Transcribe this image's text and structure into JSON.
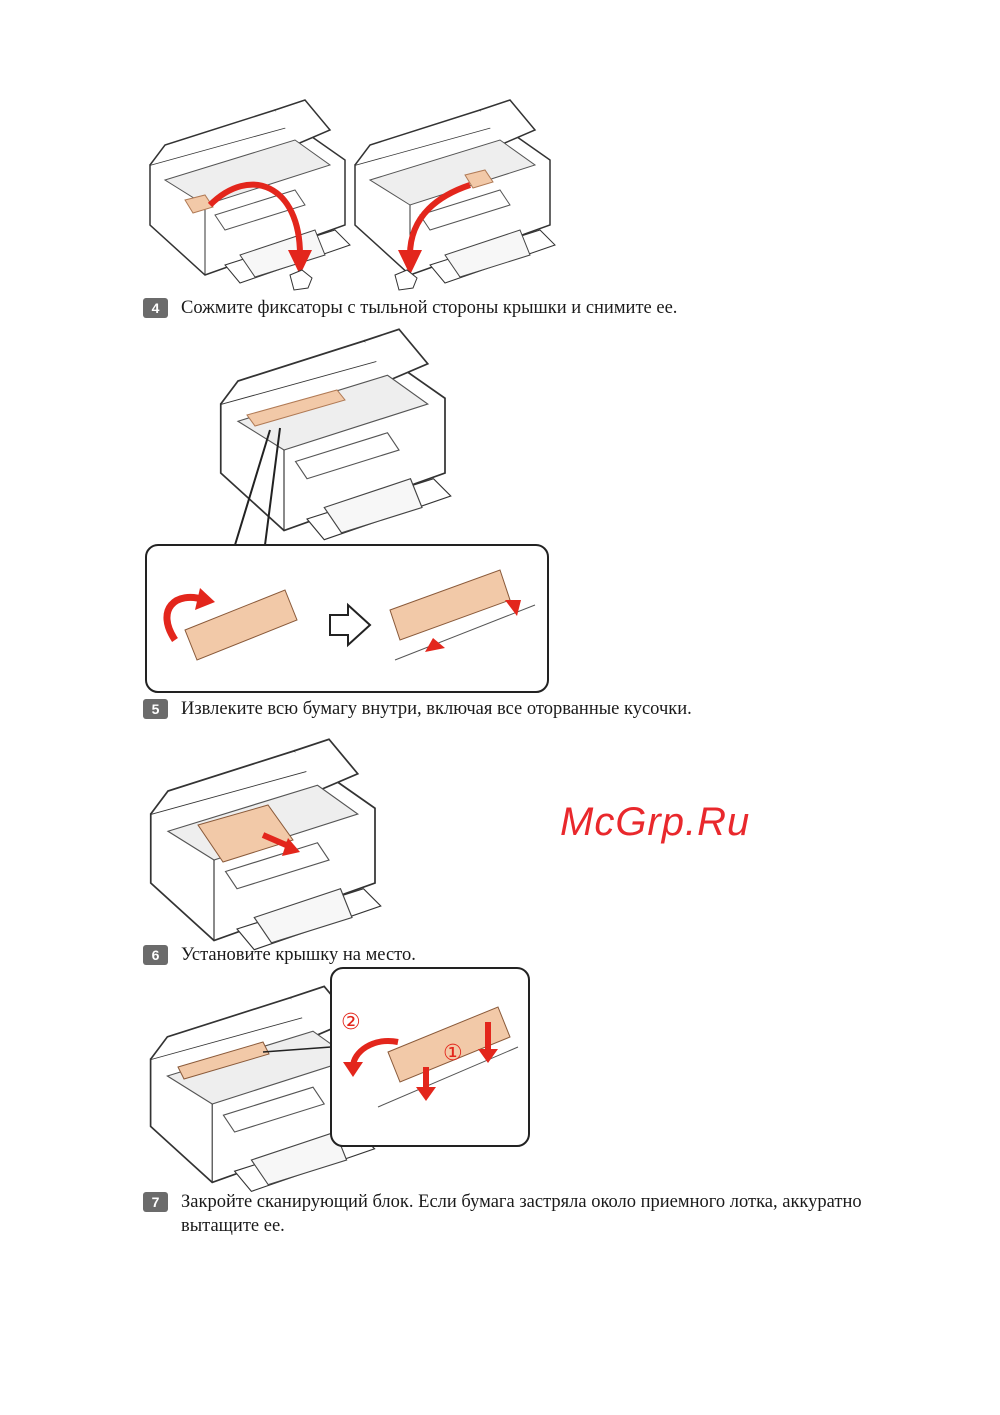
{
  "steps": [
    {
      "number": "4",
      "text": "Сожмите фиксаторы с тыльной стороны крышки и снимите ее."
    },
    {
      "number": "5",
      "text": "Извлеките всю бумагу внутри, включая все оторванные кусочки."
    },
    {
      "number": "6",
      "text": "Установите крышку на место."
    },
    {
      "number": "7",
      "text": "Закройте сканирующий блок. Если бумага застряла около приемного лотка, аккуратно вытащите ее."
    }
  ],
  "figure_labels": {
    "circle_1": "①",
    "circle_2": "②"
  },
  "watermark": "McGrp.Ru",
  "colors": {
    "arrow": "#e3261c",
    "paper": "#f2c9a8",
    "badge": "#6b6b6b",
    "watermark": "#e8161b"
  }
}
